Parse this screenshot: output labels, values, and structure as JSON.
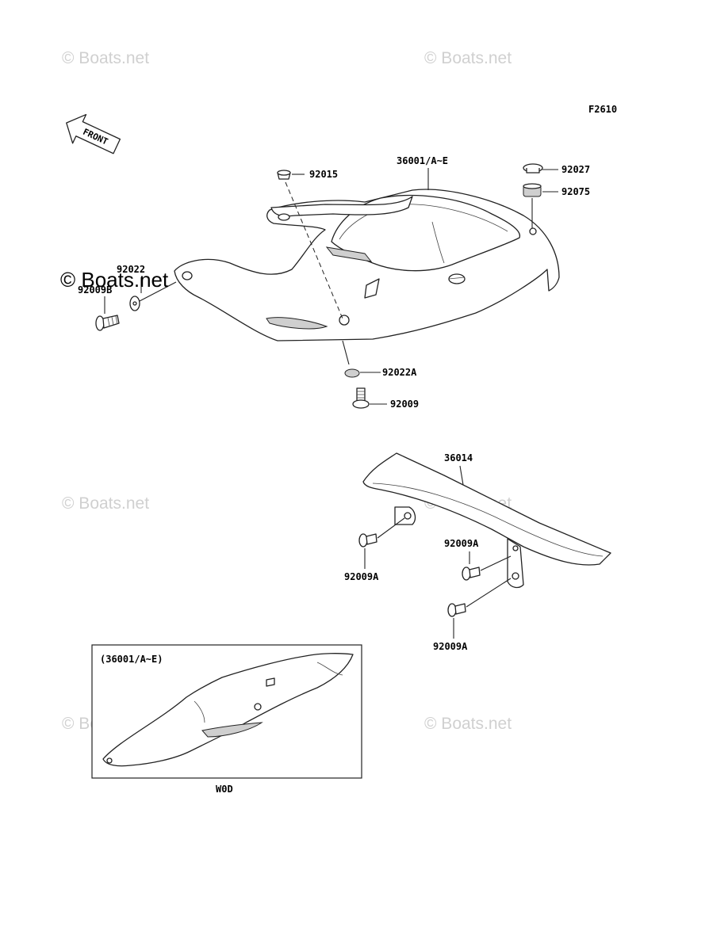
{
  "figure_code": "F2610",
  "watermark": "© Boats.net",
  "front_arrow_label": "FRONT",
  "parts": [
    {
      "id": "p36001",
      "label": "36001/A~E"
    },
    {
      "id": "p92015",
      "label": "92015"
    },
    {
      "id": "p92027",
      "label": "92027"
    },
    {
      "id": "p92075",
      "label": "92075"
    },
    {
      "id": "p92022",
      "label": "92022"
    },
    {
      "id": "p92009B",
      "label": "92009B"
    },
    {
      "id": "p92022A",
      "label": "92022A"
    },
    {
      "id": "p92009",
      "label": "92009"
    },
    {
      "id": "p36014",
      "label": "36014"
    },
    {
      "id": "p92009A_1",
      "label": "92009A"
    },
    {
      "id": "p92009A_2",
      "label": "92009A"
    },
    {
      "id": "p92009A_3",
      "label": "92009A"
    }
  ],
  "inset": {
    "title": "(36001/A~E)",
    "caption": "W0D"
  }
}
